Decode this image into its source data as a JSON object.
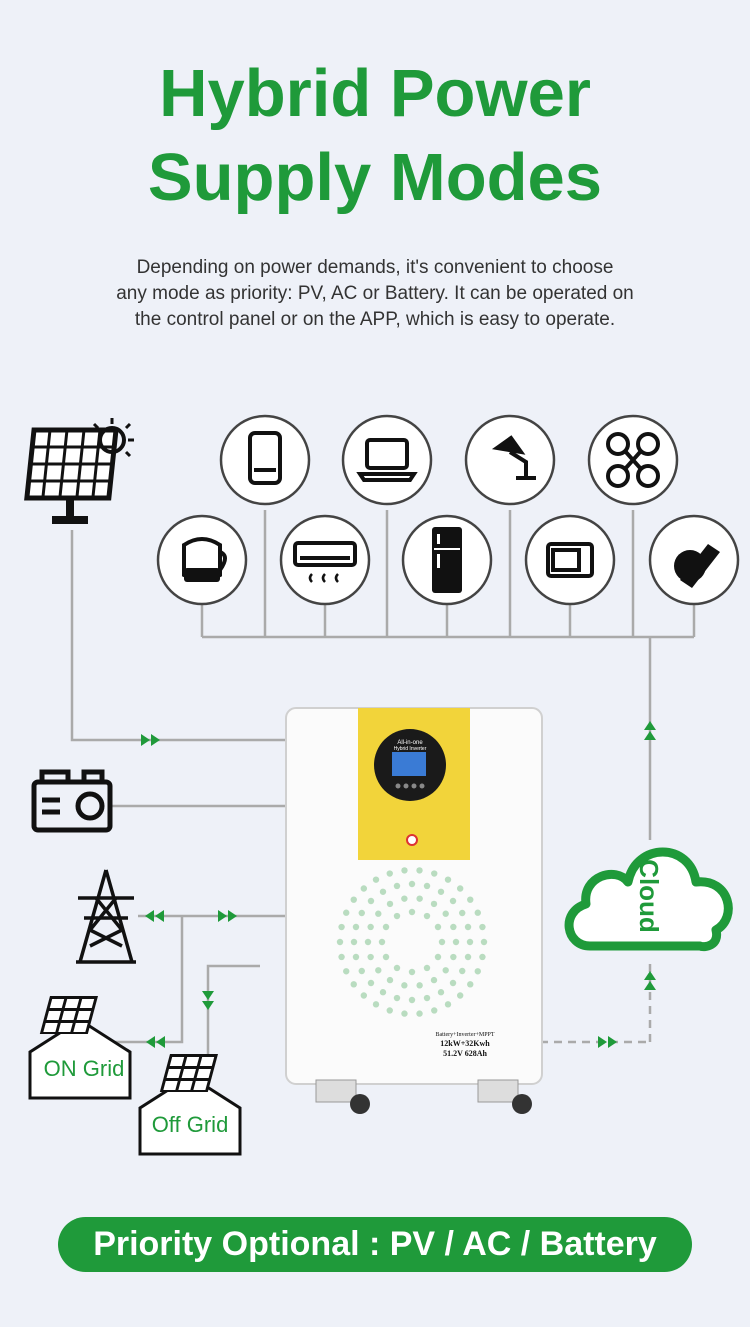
{
  "header": {
    "title_line1": "Hybrid Power",
    "title_line2": "Supply Modes"
  },
  "description": {
    "line1": "Depending on power demands, it's convenient to choose",
    "line2": "any mode as priority: PV, AC or Battery. It can be operated on",
    "line3": "the control panel or on the APP, which is easy to operate."
  },
  "diagram": {
    "cloud_label": "Cloud",
    "on_grid_label": "ON Grid",
    "off_grid_label": "Off Grid",
    "device": {
      "screen_line1": "All-in-one",
      "screen_line2": "Hybrid Inverter",
      "spec_line1": "Battery+Inverter+MPPT",
      "spec_line2": "12kW+32Kwh",
      "spec_line3": "51.2V 628Ah"
    },
    "appliances_top": [
      "phone-icon",
      "laptop-icon",
      "desk-lamp-icon",
      "drone-icon"
    ],
    "appliances_bottom": [
      "kettle-icon",
      "air-conditioner-icon",
      "refrigerator-icon",
      "microwave-icon",
      "circular-saw-icon"
    ],
    "colors": {
      "accent": "#1f9a3a",
      "line": "#aaaaaa",
      "device_yellow": "#f2d43a"
    }
  },
  "footer": {
    "banner": "Priority Optional : PV / AC / Battery"
  }
}
